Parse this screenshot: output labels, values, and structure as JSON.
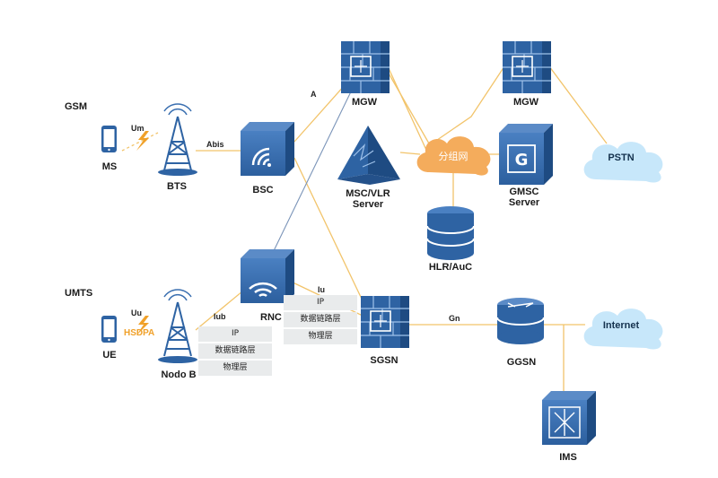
{
  "network": {
    "region_gsm": "GSM",
    "region_umts": "UMTS",
    "nodes": {
      "ms": "MS",
      "bts": "BTS",
      "bsc": "BSC",
      "mgw_1": "MGW",
      "mgw_2": "MGW",
      "msc_vlr_line1": "MSC/VLR",
      "msc_vlr_line2": "Server",
      "packet_network": "分组网",
      "gmsc_line1": "GMSC",
      "gmsc_line2": "Server",
      "hlr_auc": "HLR/AuC",
      "pstn": "PSTN",
      "ue": "UE",
      "node_b": "Nodo B",
      "rnc": "RNC",
      "sgsn": "SGSN",
      "ggsn": "GGSN",
      "internet": "Internet",
      "ims": "IMS"
    },
    "interfaces": {
      "um": "Um",
      "abis": "Abis",
      "a": "A",
      "uu": "Uu",
      "hsdpa": "HSDPA",
      "iub": "Iub",
      "iu": "Iu",
      "gn": "Gn"
    },
    "protocol_stack_iub": [
      "IP",
      "数据链路层",
      "物理层"
    ],
    "protocol_stack_iu": [
      "IP",
      "数据链路层",
      "物理层"
    ]
  },
  "colors": {
    "node_blue": "#3a6fb0",
    "node_dark": "#24518a",
    "link_orange": "#f2c46b",
    "cloud_blue": "#c7e7fa",
    "cloud_orange": "#f4ac5c",
    "hsdpa_orange": "#f0a12a"
  },
  "icons": [
    "phone-icon",
    "tower-icon",
    "wifi-router-icon",
    "firewall-server-icon",
    "pyramid-server-icon",
    "cloud-icon",
    "database-icon",
    "gateway-server-icon",
    "switch-router-icon",
    "ims-server-icon",
    "lightning-icon"
  ]
}
